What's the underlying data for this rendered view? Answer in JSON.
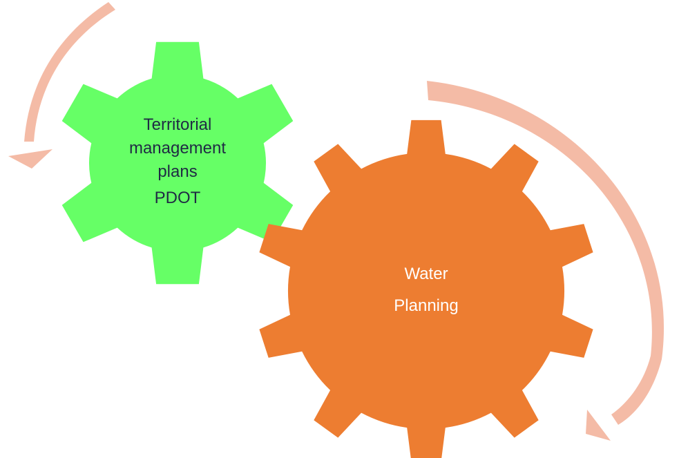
{
  "diagram": {
    "gear_small": {
      "label_lines": [
        "Territorial",
        "management",
        "plans",
        "PDOT"
      ],
      "fill_color": "#66ff66",
      "text_color": "#1f2a44"
    },
    "gear_large": {
      "label_lines": [
        "Water",
        "Planning"
      ],
      "fill_color": "#ed7d31",
      "text_color": "#ffffff"
    },
    "arrow_color": "#f4bba6"
  }
}
